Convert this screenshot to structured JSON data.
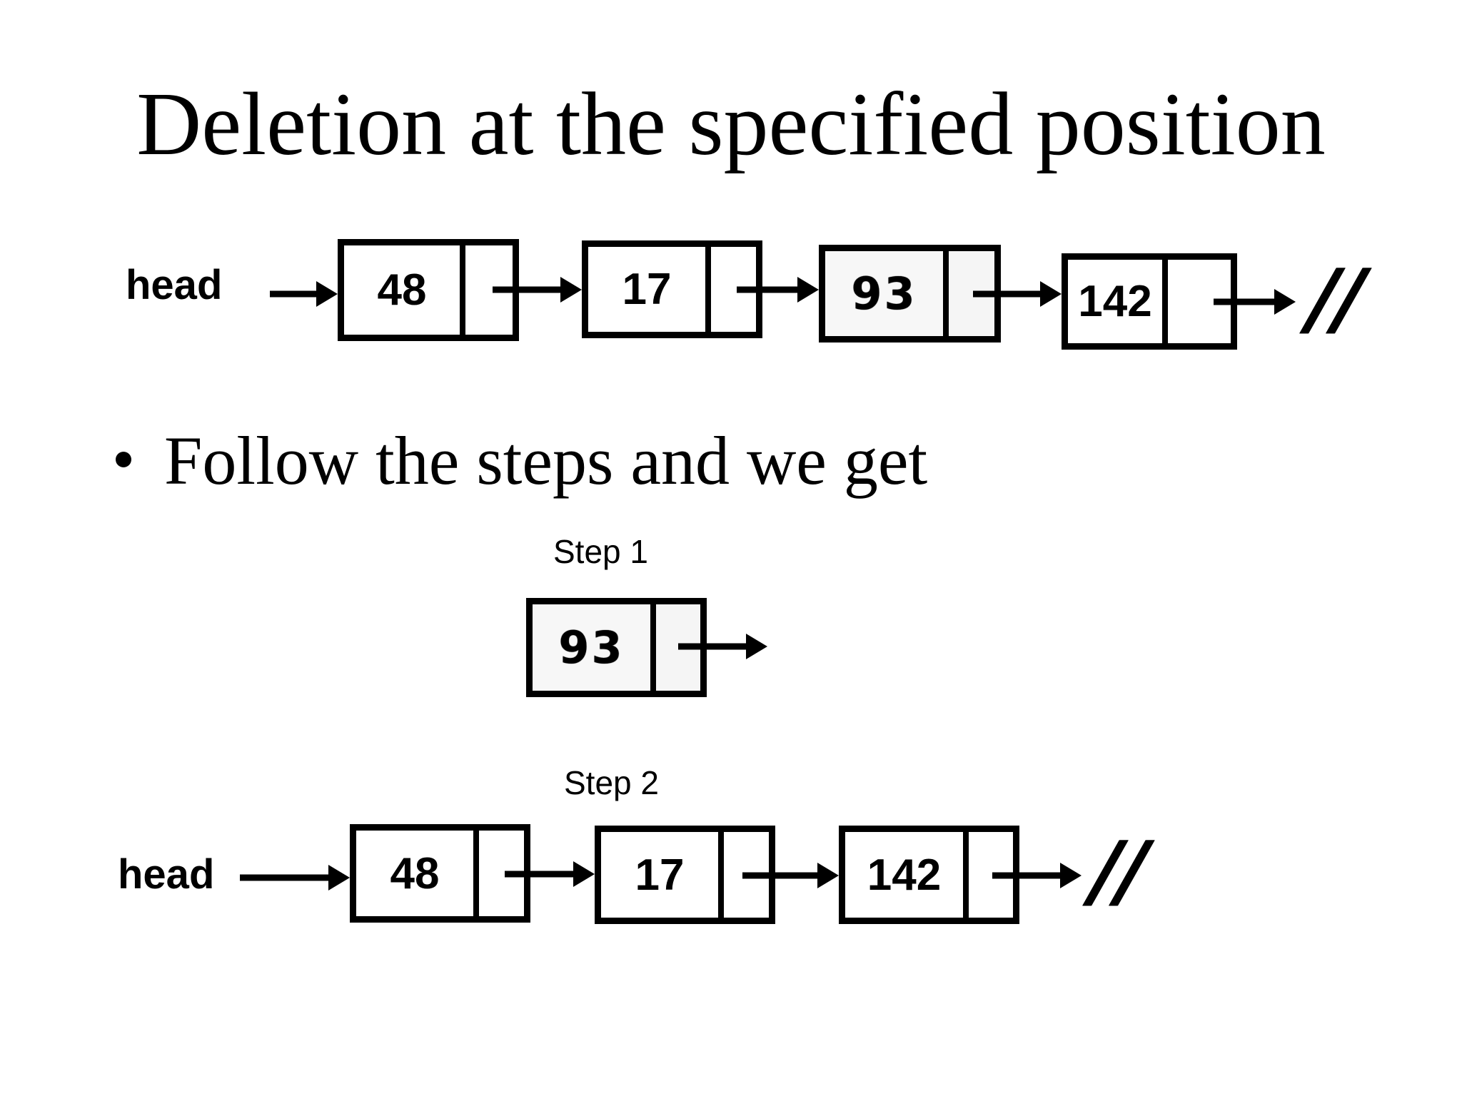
{
  "slide": {
    "title": "Deletion at the specified position",
    "bullet": {
      "glyph": "•",
      "text": "Follow the steps and we get"
    }
  },
  "lists": {
    "initial": {
      "head_label": "head",
      "node_values": [
        "48",
        "17",
        "93",
        "142"
      ],
      "null_marker": "//"
    },
    "step1": {
      "label": "Step 1",
      "node_values": [
        "93"
      ]
    },
    "step2": {
      "label": "Step 2",
      "head_label": "head",
      "node_values": [
        "48",
        "17",
        "142"
      ],
      "null_marker": "//"
    }
  },
  "colors": {
    "ink": "#000000",
    "paper": "#ffffff",
    "pasted_node_fill": "#f5f5f5"
  }
}
